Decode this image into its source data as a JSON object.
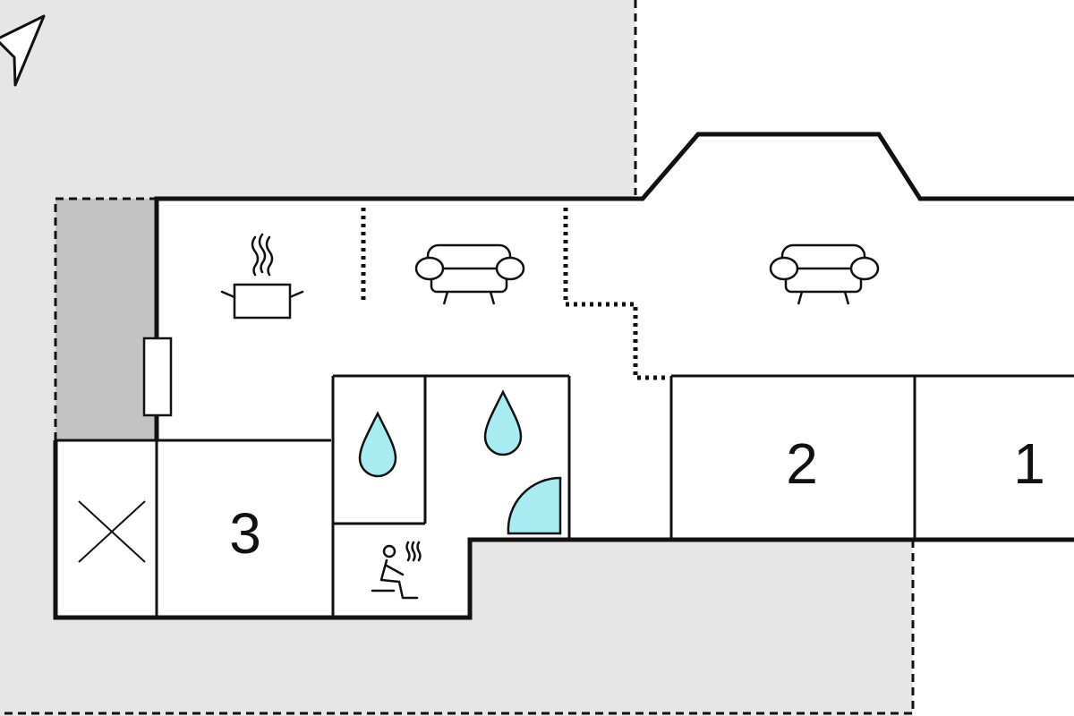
{
  "floorplan": {
    "rooms": [
      {
        "id": "bedroom-3",
        "label": "3"
      },
      {
        "id": "bedroom-2",
        "label": "2"
      },
      {
        "id": "bedroom-1",
        "label": "1"
      }
    ],
    "icons": [
      "north-arrow-icon",
      "kitchen-pot-icon",
      "sofa-icon",
      "water-drop-icon",
      "shower-icon",
      "sauna-icon",
      "door-icon",
      "cross-icon"
    ]
  },
  "colors": {
    "wall": "#111111",
    "terrace": "#e6e6e6",
    "carport": "#c3c3c3",
    "water": "#a8ecf2",
    "background": "#ffffff"
  }
}
